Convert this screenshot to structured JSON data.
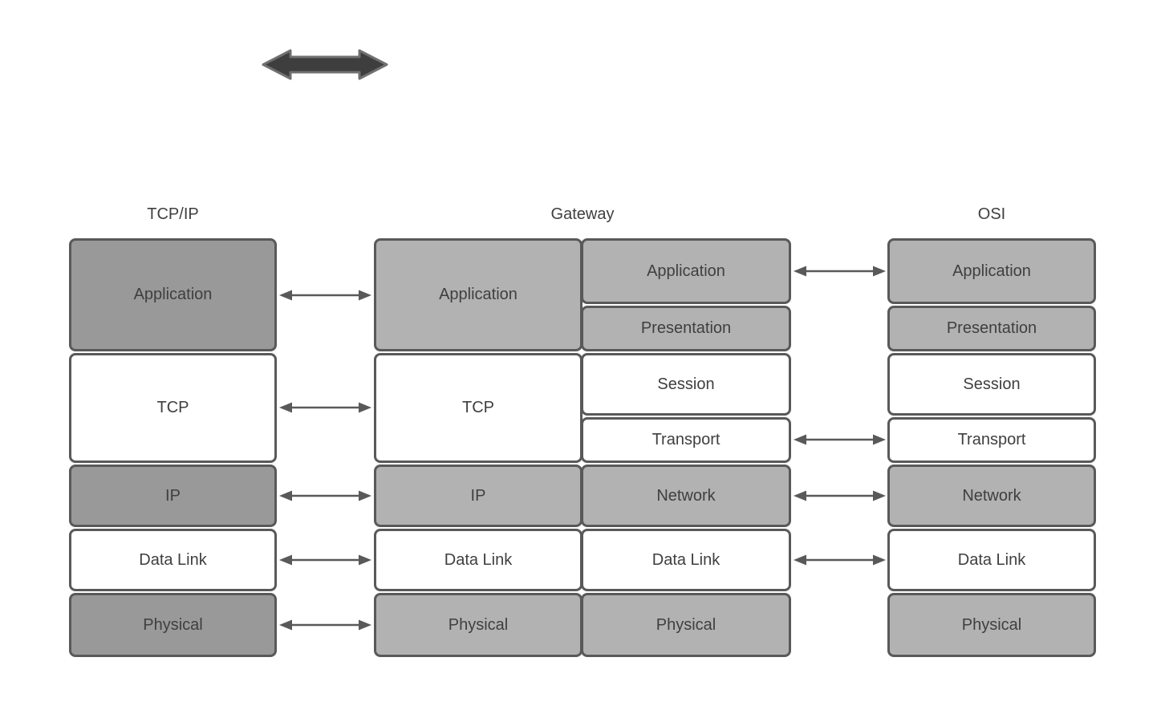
{
  "headers": {
    "tcpip": "TCP/IP",
    "gateway": "Gateway",
    "osi": "OSI"
  },
  "stacks": {
    "tcpip": {
      "layers": [
        {
          "label": "Application",
          "tone": "dark"
        },
        {
          "label": "TCP",
          "tone": "white"
        },
        {
          "label": "IP",
          "tone": "dark"
        },
        {
          "label": "Data Link",
          "tone": "white"
        },
        {
          "label": "Physical",
          "tone": "dark"
        }
      ]
    },
    "gateway_left": {
      "layers": [
        {
          "label": "Application",
          "tone": "light"
        },
        {
          "label": "TCP",
          "tone": "white"
        },
        {
          "label": "IP",
          "tone": "light"
        },
        {
          "label": "Data Link",
          "tone": "white"
        },
        {
          "label": "Physical",
          "tone": "light"
        }
      ]
    },
    "gateway_right": {
      "layers": [
        {
          "label": "Application",
          "tone": "light"
        },
        {
          "label": "Presentation",
          "tone": "light"
        },
        {
          "label": "Session",
          "tone": "white"
        },
        {
          "label": "Transport",
          "tone": "white"
        },
        {
          "label": "Network",
          "tone": "light"
        },
        {
          "label": "Data Link",
          "tone": "white"
        },
        {
          "label": "Physical",
          "tone": "light"
        }
      ]
    },
    "osi": {
      "layers": [
        {
          "label": "Application",
          "tone": "light"
        },
        {
          "label": "Presentation",
          "tone": "light"
        },
        {
          "label": "Session",
          "tone": "white"
        },
        {
          "label": "Transport",
          "tone": "white"
        },
        {
          "label": "Network",
          "tone": "light"
        },
        {
          "label": "Data Link",
          "tone": "white"
        },
        {
          "label": "Physical",
          "tone": "light"
        }
      ]
    }
  },
  "connectors": {
    "tcpip_to_gateway_rows": [
      "Application",
      "TCP",
      "IP",
      "Data Link",
      "Physical"
    ],
    "gateway_to_osi_rows": [
      "Application",
      "Transport",
      "Network",
      "Data Link"
    ]
  },
  "icons": {
    "big_arrow": "left-right-arrow-icon"
  },
  "colors": {
    "layer_dark": "#999999",
    "layer_light": "#b2b2b2",
    "layer_white": "#ffffff",
    "stroke": "#595959",
    "text": "#3f3f3f",
    "big_arrow_fill": "#3e3e3e",
    "big_arrow_stroke": "#707070"
  }
}
